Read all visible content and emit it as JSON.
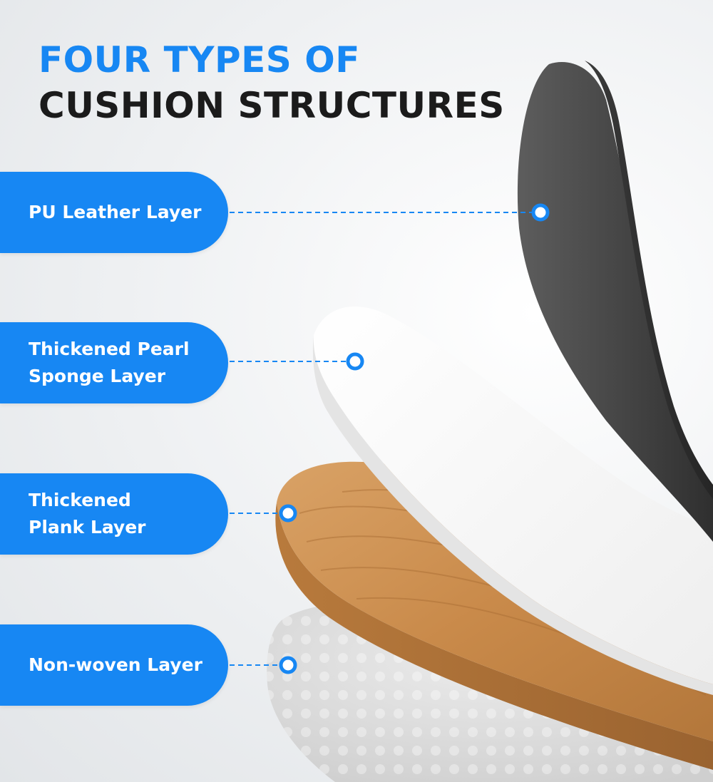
{
  "title": {
    "line1": "FOUR TYPES OF",
    "line2": "CUSHION STRUCTURES"
  },
  "layers": [
    {
      "label": "PU Leather Layer"
    },
    {
      "label": "Thickened Pearl\nSponge Layer"
    },
    {
      "label": "Thickened\nPlank Layer"
    },
    {
      "label": "Non-woven Layer"
    }
  ],
  "colors": {
    "accent": "#1787f3",
    "title_dark": "#1b1b1b",
    "leather": "#4a4a4a",
    "sponge": "#fafafa",
    "wood": "#c98a4a",
    "nonwoven": "#dcdcdc"
  }
}
